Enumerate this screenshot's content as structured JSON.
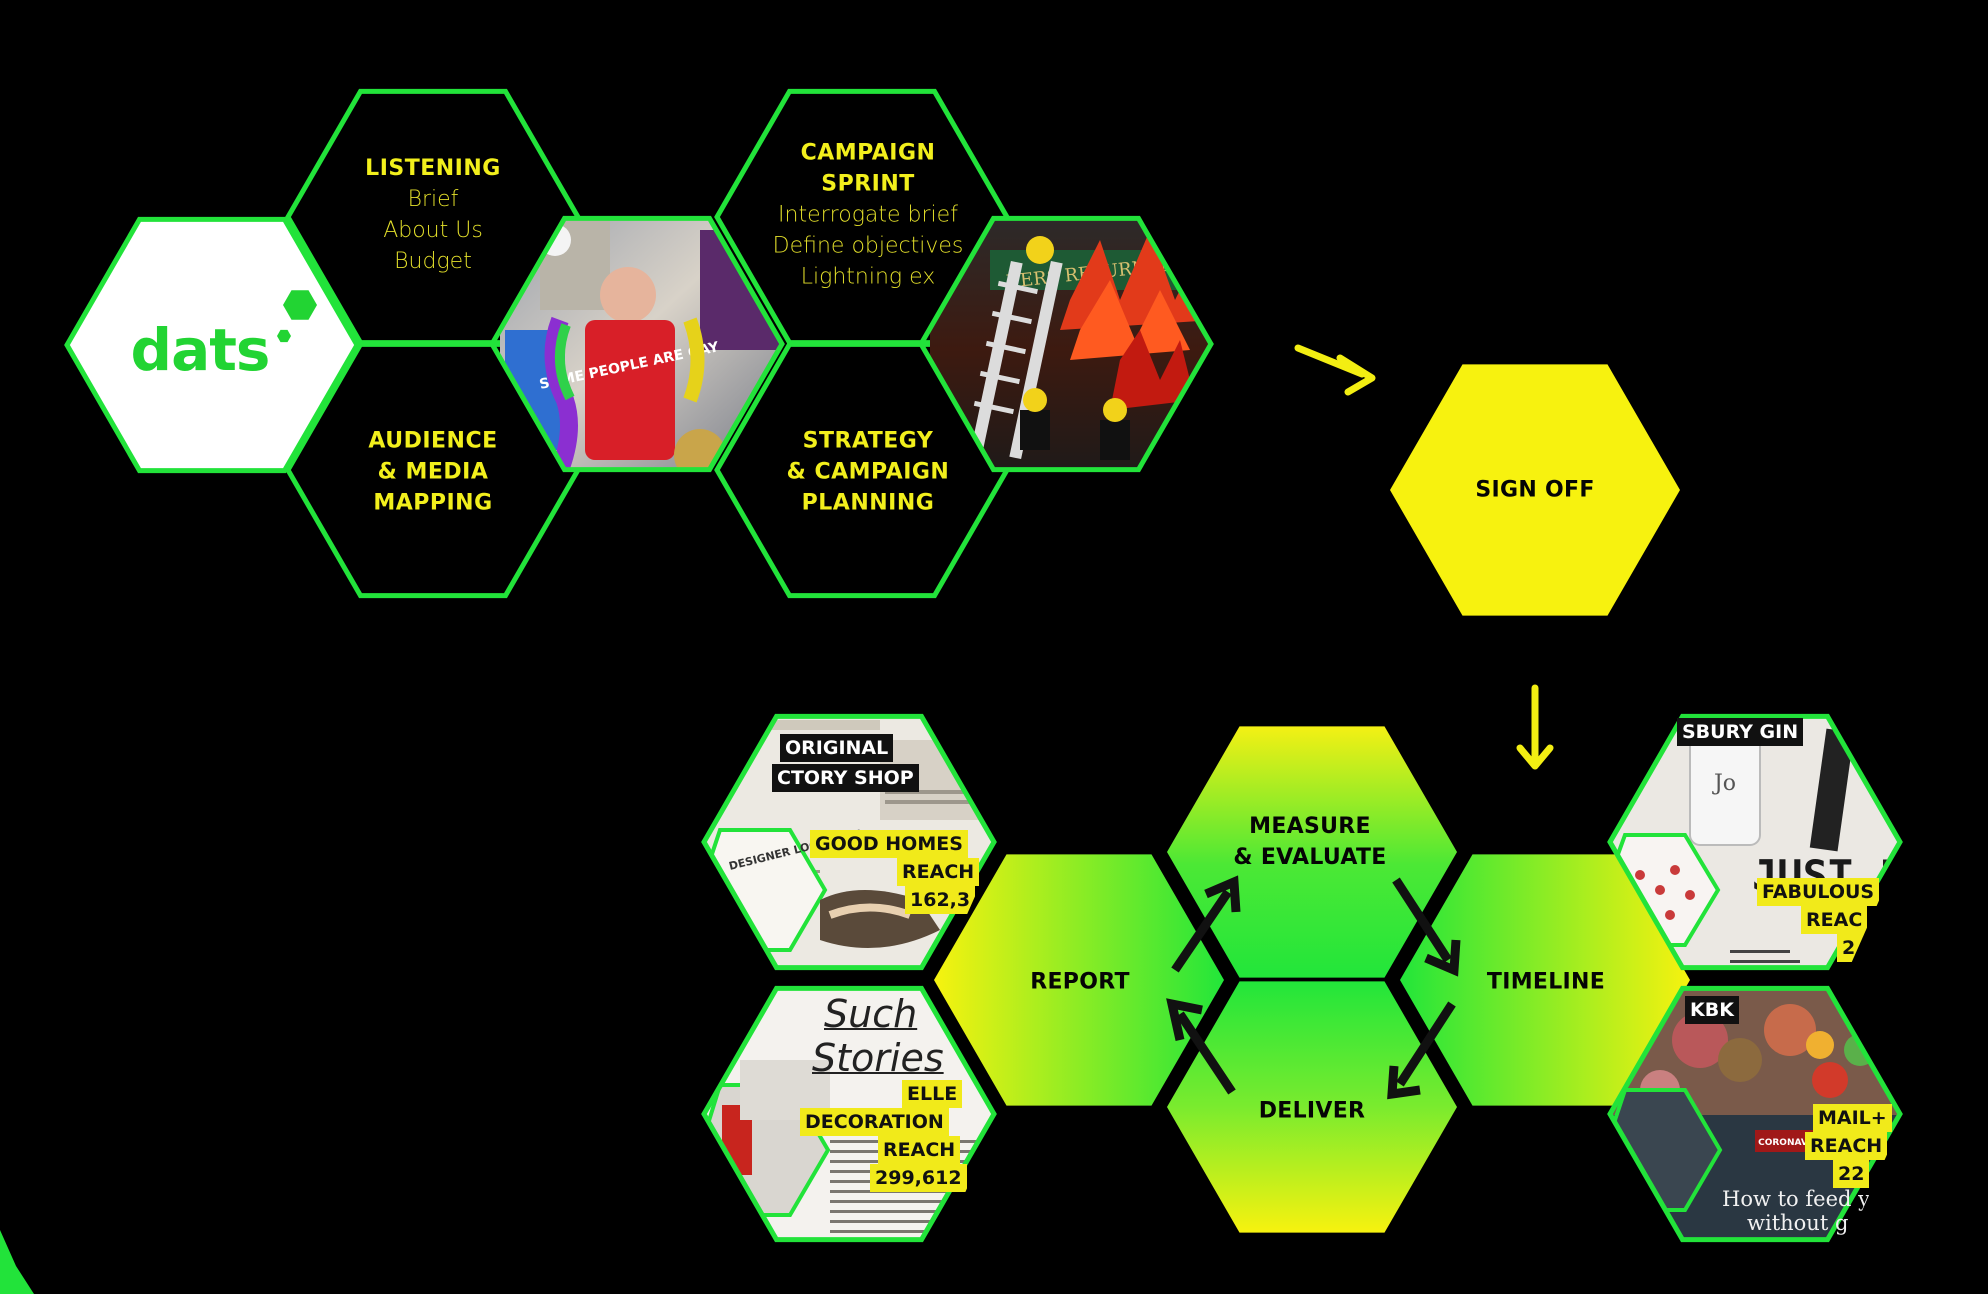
{
  "logo": {
    "text": "dats"
  },
  "top_hexes": {
    "listening": {
      "title": "LISTENING",
      "items": [
        "Brief",
        "About Us",
        "Budget"
      ]
    },
    "audience": {
      "lines": [
        "AUDIENCE",
        "& MEDIA",
        "MAPPING"
      ]
    },
    "campaign_sprint": {
      "title_lines": [
        "CAMPAIGN",
        "SPRINT"
      ],
      "items": [
        "Interrogate brief",
        "Define objectives",
        "Lightning ex"
      ]
    },
    "strategy": {
      "lines": [
        "STRATEGY",
        "& CAMPAIGN",
        "PLANNING"
      ]
    },
    "photo_pub_sign": "VERS RETURN INN",
    "photo_tshirt": "SOME PEOPLE ARE GAY"
  },
  "sign_off": {
    "label": "SIGN OFF"
  },
  "cycle": {
    "measure": {
      "lines": [
        "MEASURE",
        "& EVALUATE"
      ]
    },
    "report": {
      "label": "REPORT"
    },
    "timeline": {
      "label": "TIMELINE"
    },
    "deliver": {
      "label": "DELIVER"
    }
  },
  "clippings": {
    "factory": {
      "black_lines": [
        "ORIGINAL",
        "CTORY SHOP"
      ],
      "yellow_lines": [
        "GOOD HOMES",
        "REACH",
        "162,3"
      ],
      "snippet": "DESIGNER LOOKALIKE"
    },
    "elle": {
      "title_lines": [
        "Such",
        "Stories"
      ],
      "yellow_lines": [
        "ELLE",
        "DECORATION",
        "REACH",
        "299,612"
      ]
    },
    "gin": {
      "black_lines": [
        "SBURY GIN"
      ],
      "yellow_lines": [
        "FABULOUS",
        "REAC",
        "2."
      ],
      "brand": "Jo",
      "headline": "JUST LIST"
    },
    "kbk": {
      "black_lines": [
        "KBK"
      ],
      "yellow_lines": [
        "MAIL+",
        "REACH",
        "22"
      ],
      "serif_lines": [
        "How to feed y",
        "without g"
      ],
      "badge": "CORONAVIRUS"
    }
  },
  "colors": {
    "background": "#000000",
    "hex_outline": "#22e33a",
    "accent_yellow": "#f7f20f",
    "accent_green": "#1fe63a",
    "logo_green": "#22d433"
  }
}
